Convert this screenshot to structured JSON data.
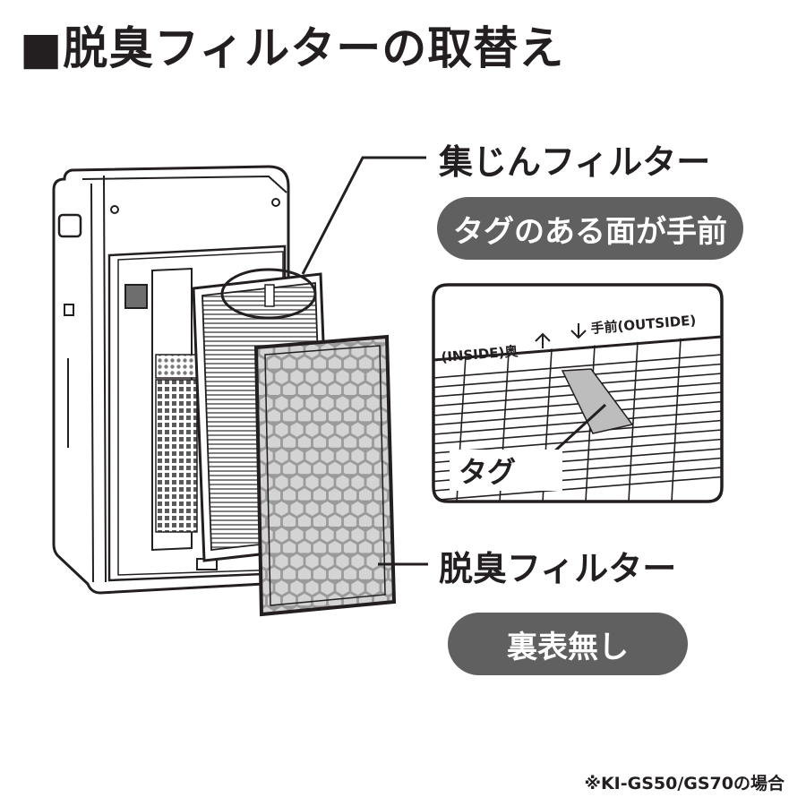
{
  "title": "■脱臭フィルターの取替え",
  "labels": {
    "dust_filter": "集じんフィルター",
    "dust_filter_note": "タグのある面が手前",
    "deodorize_filter": "脱臭フィルター",
    "deodorize_filter_note": "裏表無し"
  },
  "inset": {
    "inside_text": "(INSIDE)奥",
    "outside_text": "手前(OUTSIDE)",
    "tag_label": "タグ"
  },
  "footnote": "※KI-GS50/GS70の場合",
  "colors": {
    "ink": "#231f20",
    "pill": "#606060",
    "tag": "#bdbdbd",
    "honeycomb_bg": "#9a9a9a",
    "honeycomb_cell": "#d4d4d4"
  }
}
